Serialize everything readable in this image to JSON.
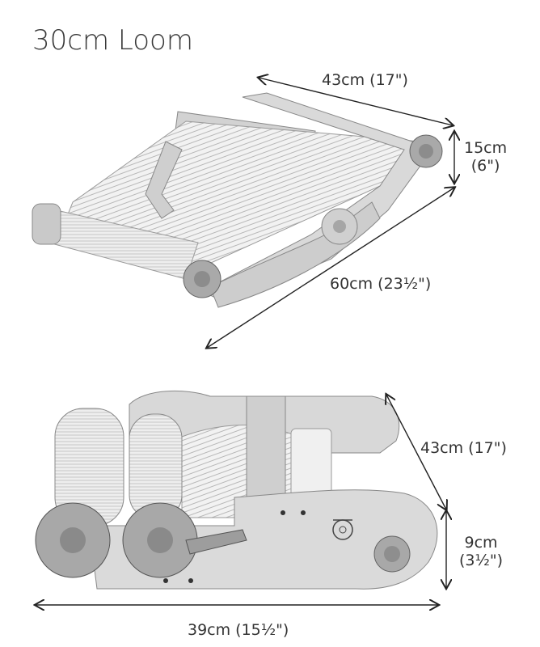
{
  "title": "30cm Loom",
  "top_view": {
    "width_label": "43cm (17\")",
    "height_label_line1": "15cm",
    "height_label_line2": "(6\")",
    "depth_label": "60cm (23½\")"
  },
  "side_view": {
    "width_label": "43cm (17\")",
    "height_label_line1": "9cm",
    "height_label_line2": "(3½\")",
    "length_label": "39cm (15½\")"
  },
  "colors": {
    "line": "#222222",
    "wood": "#d6d6d6",
    "wood_dark": "#a8a8a8",
    "yarn": "#efefef"
  }
}
